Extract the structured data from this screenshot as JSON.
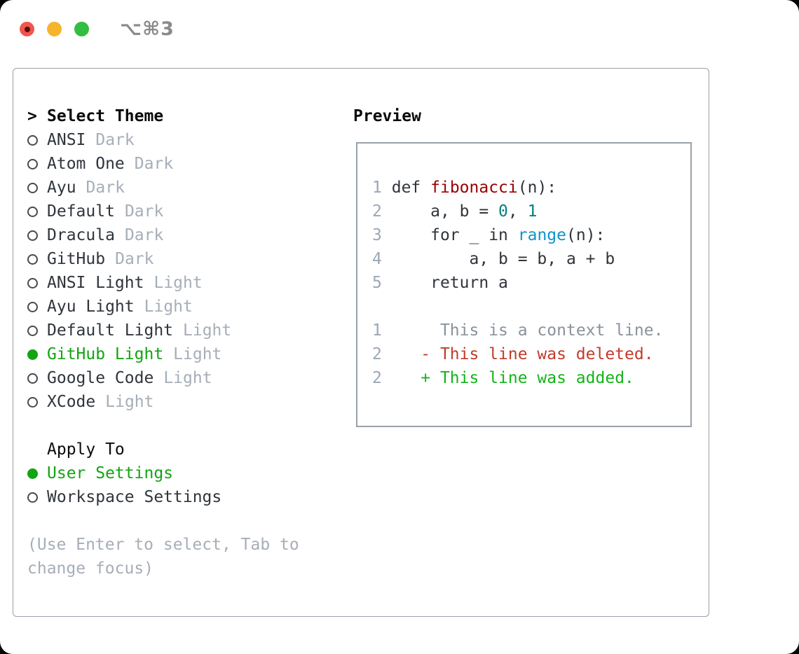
{
  "titlebar": {
    "title": "⌥⌘3"
  },
  "theme_panel": {
    "header": {
      "prefix": ">",
      "label": "Select Theme"
    },
    "themes": [
      {
        "name": "ANSI",
        "tag": "Dark",
        "selected": false
      },
      {
        "name": "Atom One",
        "tag": "Dark",
        "selected": false
      },
      {
        "name": "Ayu",
        "tag": "Dark",
        "selected": false
      },
      {
        "name": "Default",
        "tag": "Dark",
        "selected": false
      },
      {
        "name": "Dracula",
        "tag": "Dark",
        "selected": false
      },
      {
        "name": "GitHub",
        "tag": "Dark",
        "selected": false
      },
      {
        "name": "ANSI Light",
        "tag": "Light",
        "selected": false
      },
      {
        "name": "Ayu Light",
        "tag": "Light",
        "selected": false
      },
      {
        "name": "Default Light",
        "tag": "Light",
        "selected": false
      },
      {
        "name": "GitHub Light",
        "tag": "Light",
        "selected": true
      },
      {
        "name": "Google Code",
        "tag": "Light",
        "selected": false
      },
      {
        "name": "XCode",
        "tag": "Light",
        "selected": false
      }
    ],
    "apply_to": {
      "label": "Apply To",
      "options": [
        {
          "label": "User Settings",
          "selected": true
        },
        {
          "label": "Workspace Settings",
          "selected": false
        }
      ]
    },
    "hint": "(Use Enter to select, Tab to change focus)"
  },
  "preview": {
    "title": "Preview",
    "lines": [
      {
        "name": "code-line-1",
        "segs": [
          {
            "t": "1",
            "c": "ln"
          },
          {
            "t": " ",
            "c": ""
          },
          {
            "t": "def",
            "c": "kw"
          },
          {
            "t": " ",
            "c": ""
          },
          {
            "t": "fibonacci",
            "c": "fn"
          },
          {
            "t": "(n):",
            "c": ""
          }
        ]
      },
      {
        "name": "code-line-2",
        "segs": [
          {
            "t": "2",
            "c": "ln"
          },
          {
            "t": "     a, b = ",
            "c": ""
          },
          {
            "t": "0",
            "c": "num"
          },
          {
            "t": ", ",
            "c": ""
          },
          {
            "t": "1",
            "c": "num"
          }
        ]
      },
      {
        "name": "code-line-3",
        "segs": [
          {
            "t": "3",
            "c": "ln"
          },
          {
            "t": "     ",
            "c": ""
          },
          {
            "t": "for",
            "c": "kw"
          },
          {
            "t": " _ ",
            "c": ""
          },
          {
            "t": "in",
            "c": "kw"
          },
          {
            "t": " ",
            "c": ""
          },
          {
            "t": "range",
            "c": "bi"
          },
          {
            "t": "(n):",
            "c": ""
          }
        ]
      },
      {
        "name": "code-line-4",
        "segs": [
          {
            "t": "4",
            "c": "ln"
          },
          {
            "t": "         a, b = b, a + b",
            "c": ""
          }
        ]
      },
      {
        "name": "code-line-5",
        "segs": [
          {
            "t": "5",
            "c": "ln"
          },
          {
            "t": "     ",
            "c": ""
          },
          {
            "t": "return",
            "c": "kw"
          },
          {
            "t": " a",
            "c": ""
          }
        ]
      },
      {
        "name": "blank-line",
        "segs": [
          {
            "t": "",
            "c": ""
          }
        ]
      },
      {
        "name": "diff-context-line",
        "segs": [
          {
            "t": "1",
            "c": "ln"
          },
          {
            "t": "      ",
            "c": ""
          },
          {
            "t": "This is a context line.",
            "c": "ctx"
          }
        ]
      },
      {
        "name": "diff-deleted-line",
        "segs": [
          {
            "t": "2",
            "c": "ln"
          },
          {
            "t": "    ",
            "c": ""
          },
          {
            "t": "- This line was deleted.",
            "c": "del"
          }
        ]
      },
      {
        "name": "diff-added-line",
        "segs": [
          {
            "t": "2",
            "c": "ln"
          },
          {
            "t": "    ",
            "c": ""
          },
          {
            "t": "+ This line was added.",
            "c": "add"
          }
        ]
      }
    ]
  },
  "colors": {
    "accent_green": "#13a313",
    "added_green": "#15b31a",
    "deleted_red": "#c23b2a",
    "function_red": "#990000",
    "number_teal": "#008080",
    "builtin_blue": "#0e95c6",
    "text_primary": "#30353b",
    "heading_black": "#0b0b0b",
    "muted_gray": "#a6aeb8",
    "line_number_gray": "#9aa7b5",
    "context_gray": "#8b929b",
    "panel_border": "#99a1a9",
    "titlebar_gray": "#8a8a8a",
    "traffic_red": "#f0564e",
    "traffic_red_dot": "#5a0e08",
    "traffic_yellow": "#f6b42c",
    "traffic_green": "#33bd41"
  }
}
